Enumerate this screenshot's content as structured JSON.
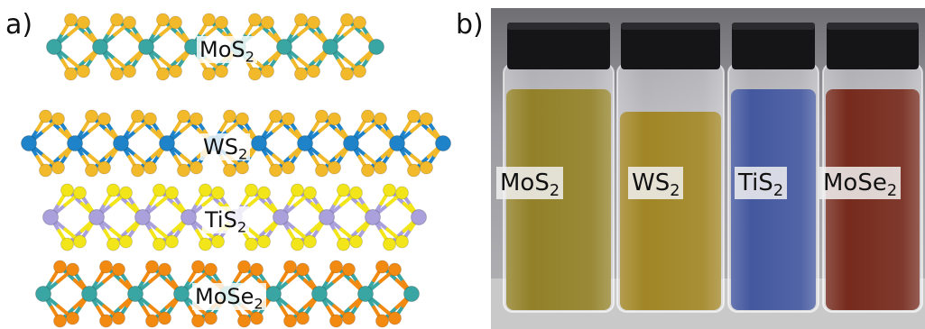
{
  "panel_a": {
    "label": "a)",
    "structures": [
      {
        "formula": "MoS",
        "subscript": "2",
        "metal_color": "#3aa6a3",
        "chalcogen_color": "#f2b92a"
      },
      {
        "formula": "WS",
        "subscript": "2",
        "metal_color": "#1f83c9",
        "chalcogen_color": "#f2b92a"
      },
      {
        "formula": "TiS",
        "subscript": "2",
        "metal_color": "#a9a0dc",
        "chalcogen_color": "#f2e51a"
      },
      {
        "formula": "MoSe",
        "subscript": "2",
        "metal_color": "#3aa6a3",
        "chalcogen_color": "#f28a12"
      }
    ]
  },
  "panel_b": {
    "label": "b)",
    "vials": [
      {
        "formula": "MoS",
        "subscript": "2",
        "liquid_color": "#8c7a1d"
      },
      {
        "formula": "WS",
        "subscript": "2",
        "liquid_color": "#9c7f1a"
      },
      {
        "formula": "TiS",
        "subscript": "2",
        "liquid_color": "#3a4f9a"
      },
      {
        "formula": "MoSe",
        "subscript": "2",
        "liquid_color": "#6e1f10"
      }
    ]
  }
}
